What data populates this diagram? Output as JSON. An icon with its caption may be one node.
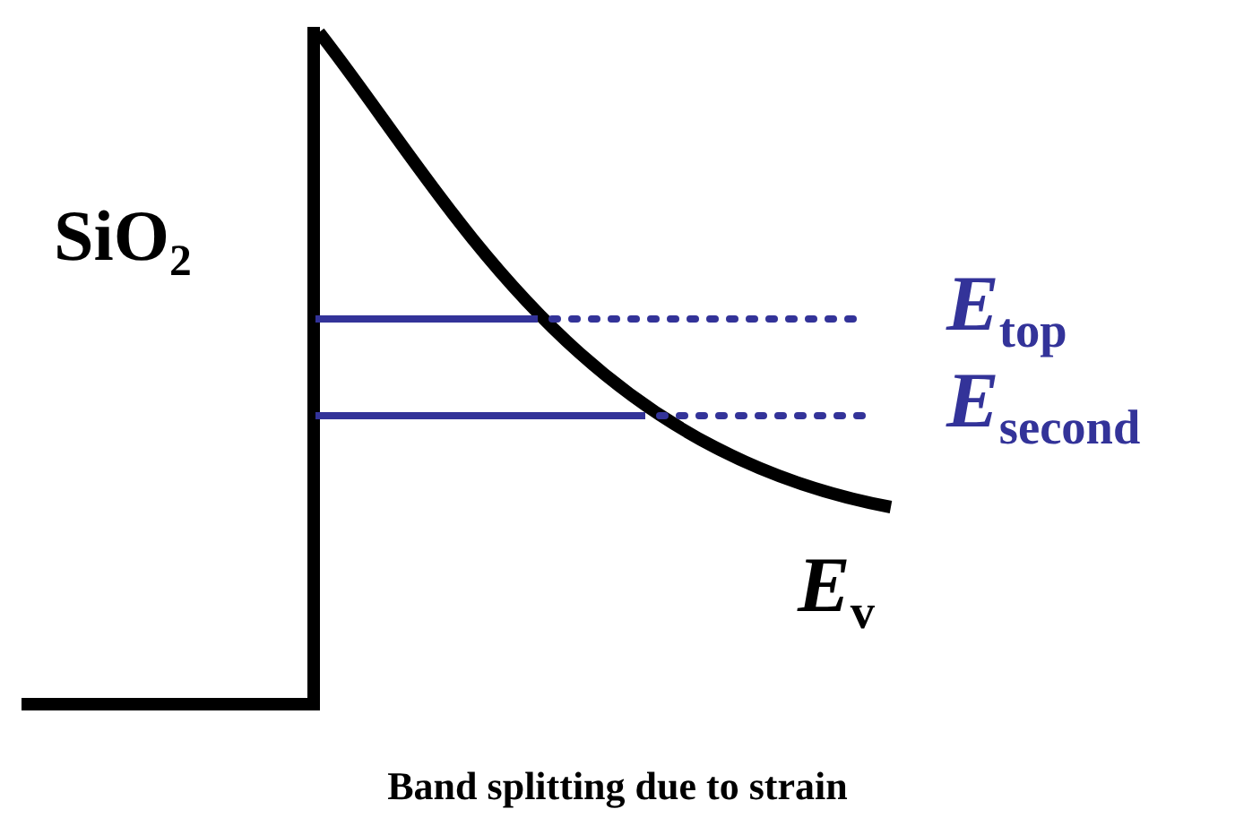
{
  "diagram": {
    "caption": "Band splitting due to strain",
    "labels": [
      "SiO$_{2}$",
      "*E*$_{top}$",
      "*E*$_{second}$",
      "*E*$_{v}$"
    ]
  }
}
